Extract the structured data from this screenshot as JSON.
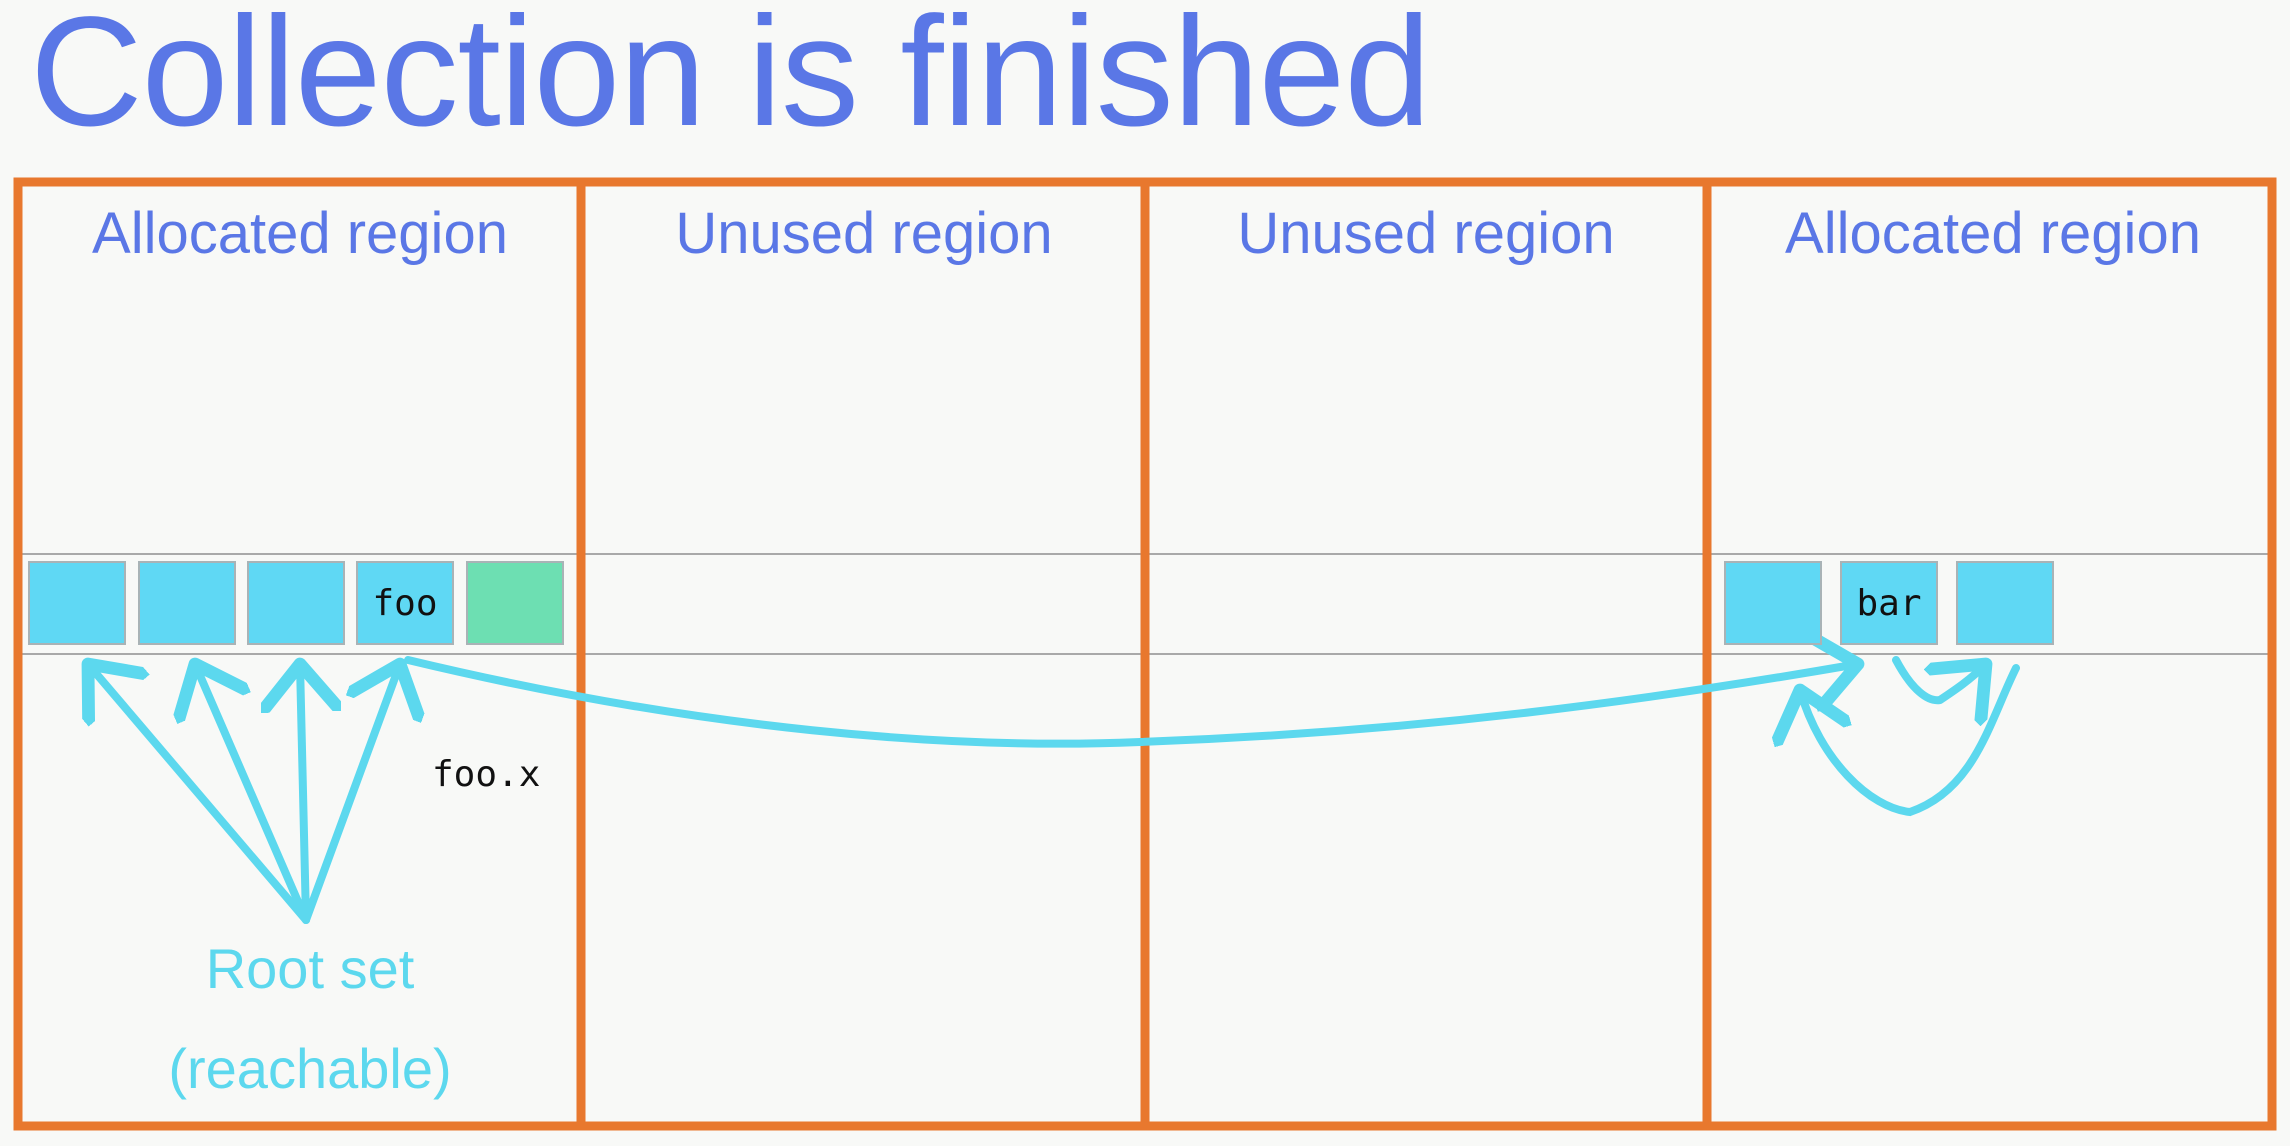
{
  "title": "Collection is finished",
  "regions": [
    {
      "label": "Allocated region"
    },
    {
      "label": "Unused region"
    },
    {
      "label": "Unused region"
    },
    {
      "label": "Allocated region"
    }
  ],
  "objects": {
    "foo_label": "foo",
    "bar_label": "bar",
    "field_ref_label": "foo.x"
  },
  "root_set": {
    "line1": "Root set",
    "line2": "(reachable)"
  },
  "colors": {
    "title": "#5a77e6",
    "region_border": "#e8782e",
    "cell_live": "#5fd8f4",
    "cell_free": "#6ddfb2",
    "arrow": "#5cd8ee",
    "strip_border": "#a9a9a9"
  }
}
